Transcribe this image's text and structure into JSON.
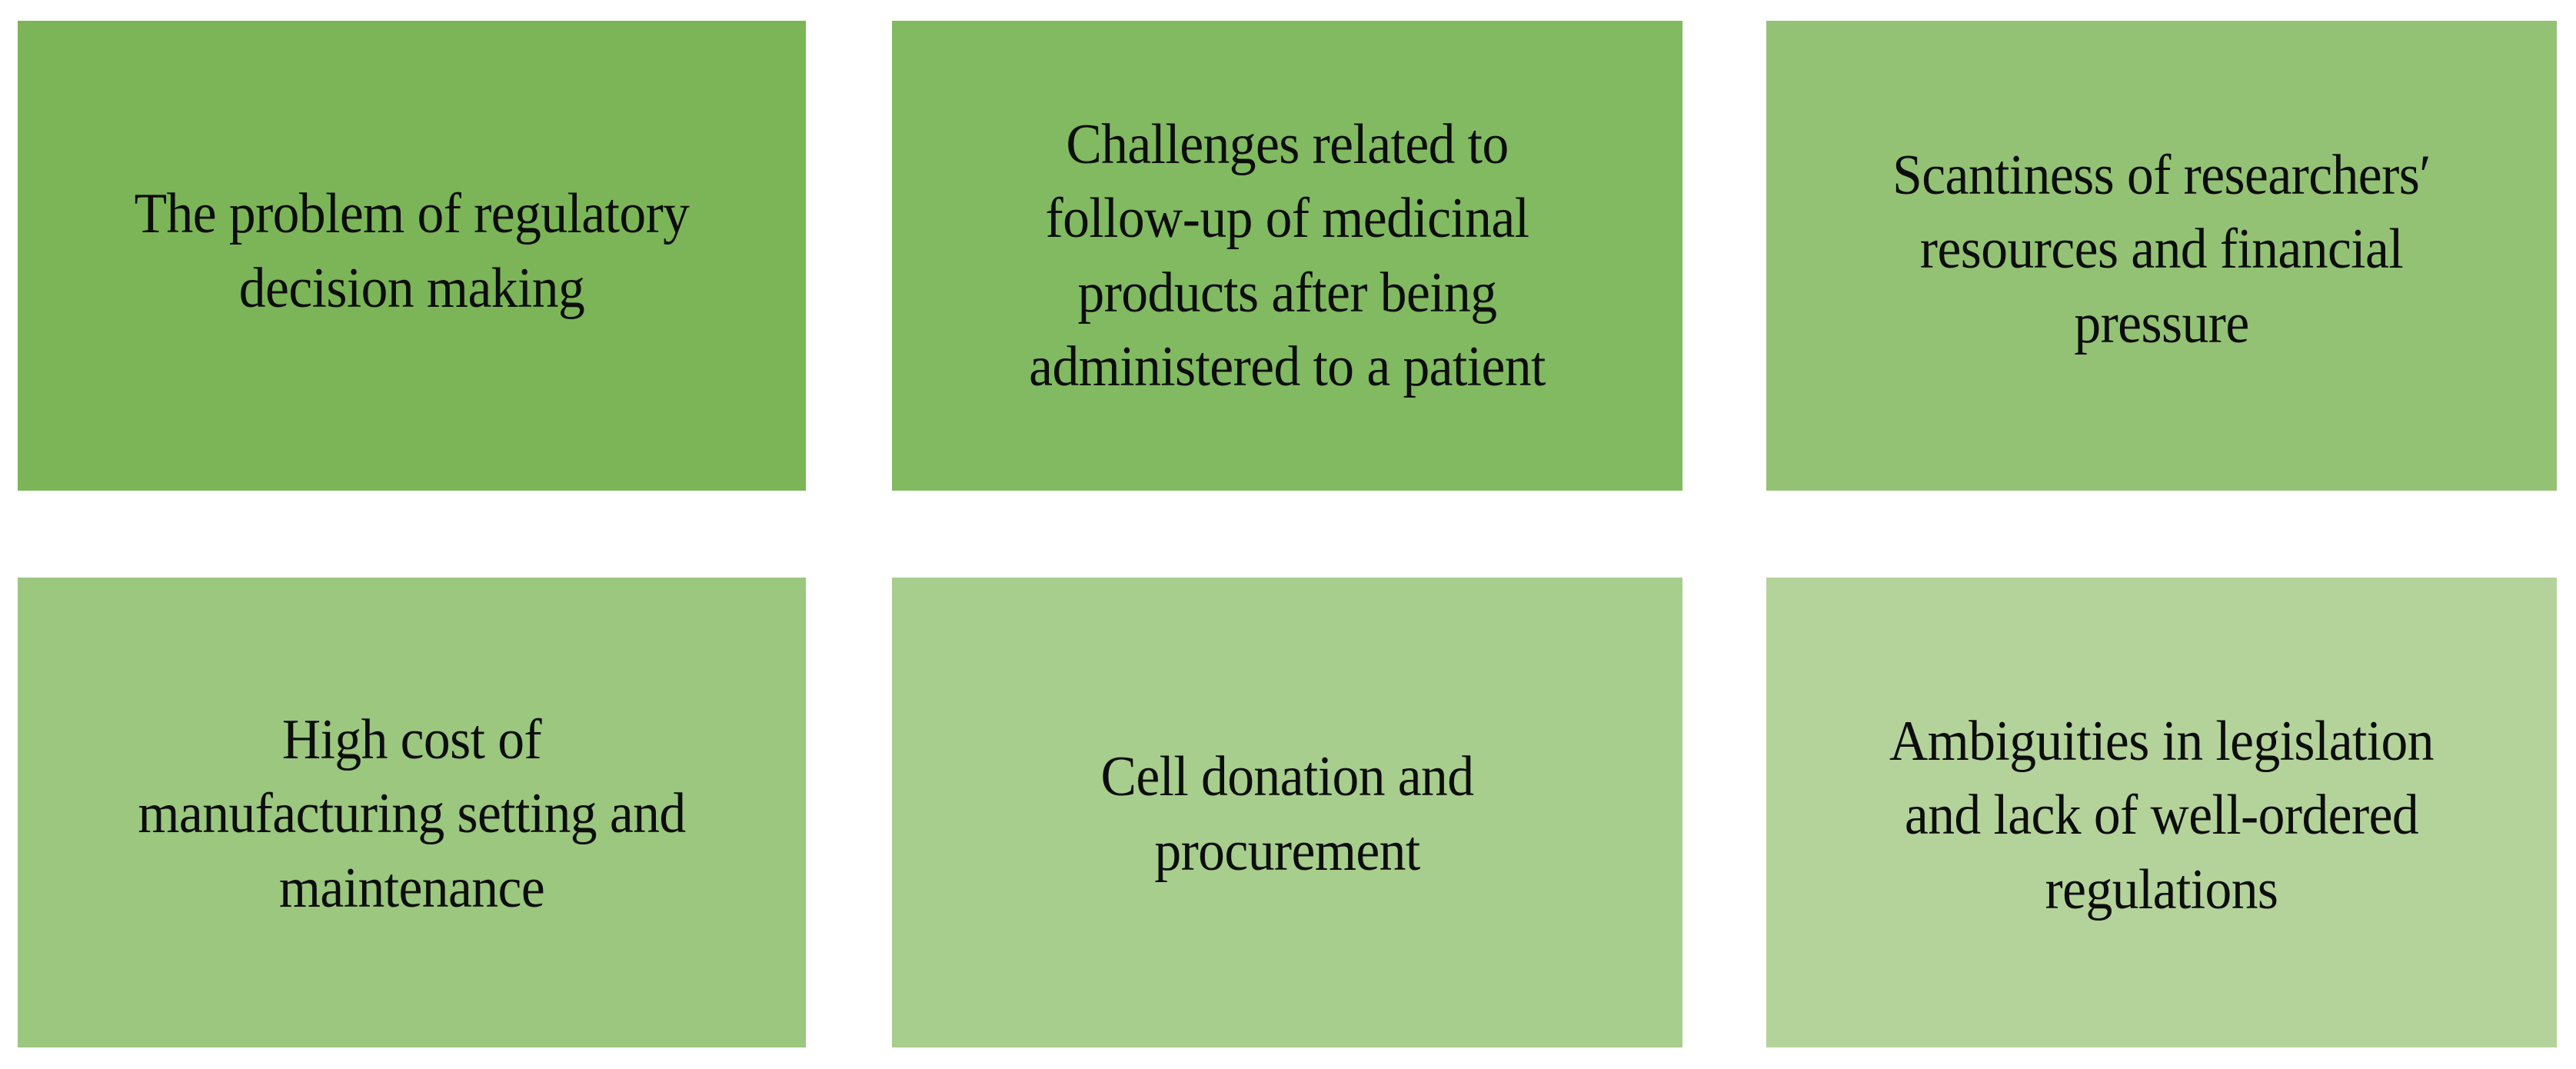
{
  "page": {
    "background_color": "#ffffff",
    "text_color": "#0d0d0d",
    "layout": "2-row by 3-column grid of colored boxes",
    "rows": 2,
    "columns": 3
  },
  "cards": [
    {
      "id": "card-1",
      "position": "row-1-col-1",
      "text": "The problem of regulatory\ndecision making",
      "color": "#7BB557"
    },
    {
      "id": "card-2",
      "position": "row-1-col-2",
      "text": "Challenges related to\nfollow-up of medicinal\nproducts after being\nadministered to a patient",
      "color": "#81BA61"
    },
    {
      "id": "card-3",
      "position": "row-1-col-3",
      "text": "Scantiness of researchers′\nresources and financial\npressure",
      "color": "#93C275"
    },
    {
      "id": "card-4",
      "position": "row-2-col-1",
      "text": "High cost of\nmanufacturing setting and\nmaintenance",
      "color": "#9BC77F"
    },
    {
      "id": "card-5",
      "position": "row-2-col-2",
      "text": "Cell donation and\nprocurement",
      "color": "#A7CE8D"
    },
    {
      "id": "card-6",
      "position": "row-2-col-3",
      "text": "Ambiguities in legislation\nand lack of well-ordered\nregulations",
      "color": "#B4D39B"
    }
  ]
}
